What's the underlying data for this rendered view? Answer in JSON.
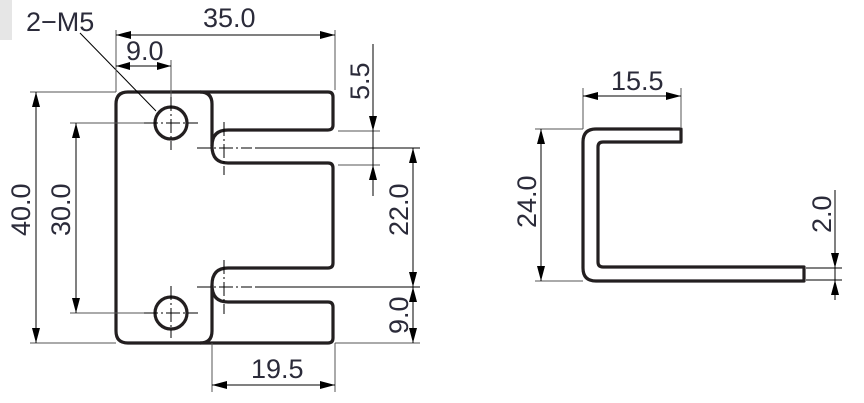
{
  "drawing": {
    "front_view": {
      "hole_callout": "2−M5",
      "dims": {
        "overall_width": "35.0",
        "hole_offset_x": "9.0",
        "slot_top_offset": "5.5",
        "overall_height": "40.0",
        "hole_pitch": "30.0",
        "slot_pitch": "22.0",
        "slot_bottom_offset": "9.0",
        "arm_length": "19.5"
      }
    },
    "side_view": {
      "dims": {
        "top_flange": "15.5",
        "height": "24.0",
        "thickness": "2.0"
      }
    },
    "colors": {
      "outline": "#231f20",
      "text": "#2b2b3a"
    }
  }
}
